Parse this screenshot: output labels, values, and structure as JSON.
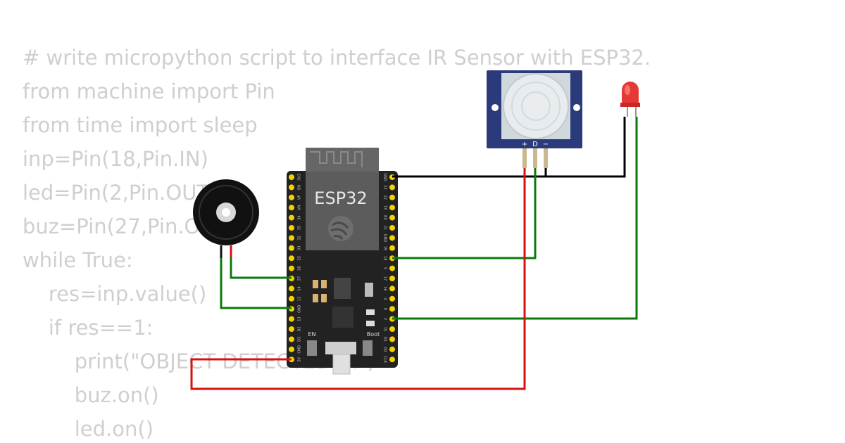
{
  "code_lines": [
    "# write micropython script to interface IR Sensor with ESP32.",
    "from machine import Pin",
    "from time import sleep",
    "inp=Pin(18,Pin.IN)",
    "led=Pin(2,Pin.OUT)",
    "buz=Pin(27,Pin.OUT)",
    "while True:",
    "    res=inp.value()",
    "    if res==1:",
    "        print(\"OBJECT DETECTED \\n\")",
    "        buz.on()",
    "        led.on()"
  ],
  "esp32": {
    "label": "ESP32",
    "button_en": "EN",
    "button_boot": "Boot",
    "left_pins": [
      "3V3",
      "EN",
      "VP",
      "VN",
      "34",
      "35",
      "32",
      "33",
      "25",
      "26",
      "27",
      "14",
      "12",
      "GND",
      "13",
      "D2",
      "D3",
      "CMD",
      "5V"
    ],
    "right_pins": [
      "GND",
      "23",
      "22",
      "TX",
      "RX",
      "21",
      "GND",
      "19",
      "18",
      "5",
      "17",
      "16",
      "4",
      "0",
      "2",
      "15",
      "D1",
      "D0",
      "CLK"
    ]
  },
  "pir_sensor": {
    "pin_labels": [
      "+",
      "D",
      "−"
    ]
  },
  "colors": {
    "code_text": "#cfcfcf",
    "board": "#222222",
    "pir_frame": "#2b3a7a",
    "wire_black": "#000000",
    "wire_green": "#0a7a0a",
    "wire_red": "#d81010",
    "led_red": "#e53935",
    "pin_gold": "#f2d300"
  }
}
